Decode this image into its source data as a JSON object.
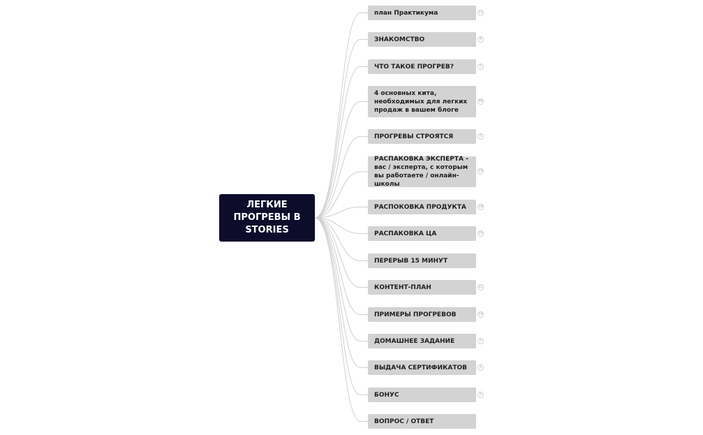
{
  "root": {
    "lines": [
      "ЛЕГКИЕ",
      "ПРОГРЕВЫ В",
      "STORIES"
    ]
  },
  "branches": [
    {
      "label": "план Практикума",
      "badge": "12"
    },
    {
      "label": "ЗНАКОМСТВО",
      "badge": "8"
    },
    {
      "label": "ЧТО ТАКОЕ ПРОГРЕВ?",
      "badge": "5"
    },
    {
      "label": "4 основных кита, необходимых для легких продаж в вашем блоге",
      "badge": "48"
    },
    {
      "label": "ПРОГРЕВЫ СТРОЯТСЯ",
      "badge": "3"
    },
    {
      "label": "РАСПАКОВКА ЭКСПЕРТА - вас / эксперта, с которым вы работаете / онлайн-школы",
      "badge": "18"
    },
    {
      "label": "РАСПОКОВКА ПРОДУКТА",
      "badge": "18"
    },
    {
      "label": "РАСПАКОВКА ЦА",
      "badge": "19"
    },
    {
      "label": "ПЕРЕРЫВ 15 МИНУТ",
      "badge": ""
    },
    {
      "label": "КОНТЕНТ-ПЛАН",
      "badge": "22"
    },
    {
      "label": "ПРИМЕРЫ ПРОГРЕВОВ",
      "badge": "19"
    },
    {
      "label": "ДОМАШНЕЕ ЗАДАНИЕ",
      "badge": "6"
    },
    {
      "label": "ВЫДАЧА СЕРТИФИКАТОВ",
      "badge": "2"
    },
    {
      "label": "БОНУС",
      "badge": "6"
    },
    {
      "label": "ВОПРОС / ОТВЕТ",
      "badge": ""
    }
  ],
  "colors": {
    "root_fill": "#0e0c2b",
    "branch_fill": "#d3d3d3",
    "connector": "#d0d0d0"
  }
}
